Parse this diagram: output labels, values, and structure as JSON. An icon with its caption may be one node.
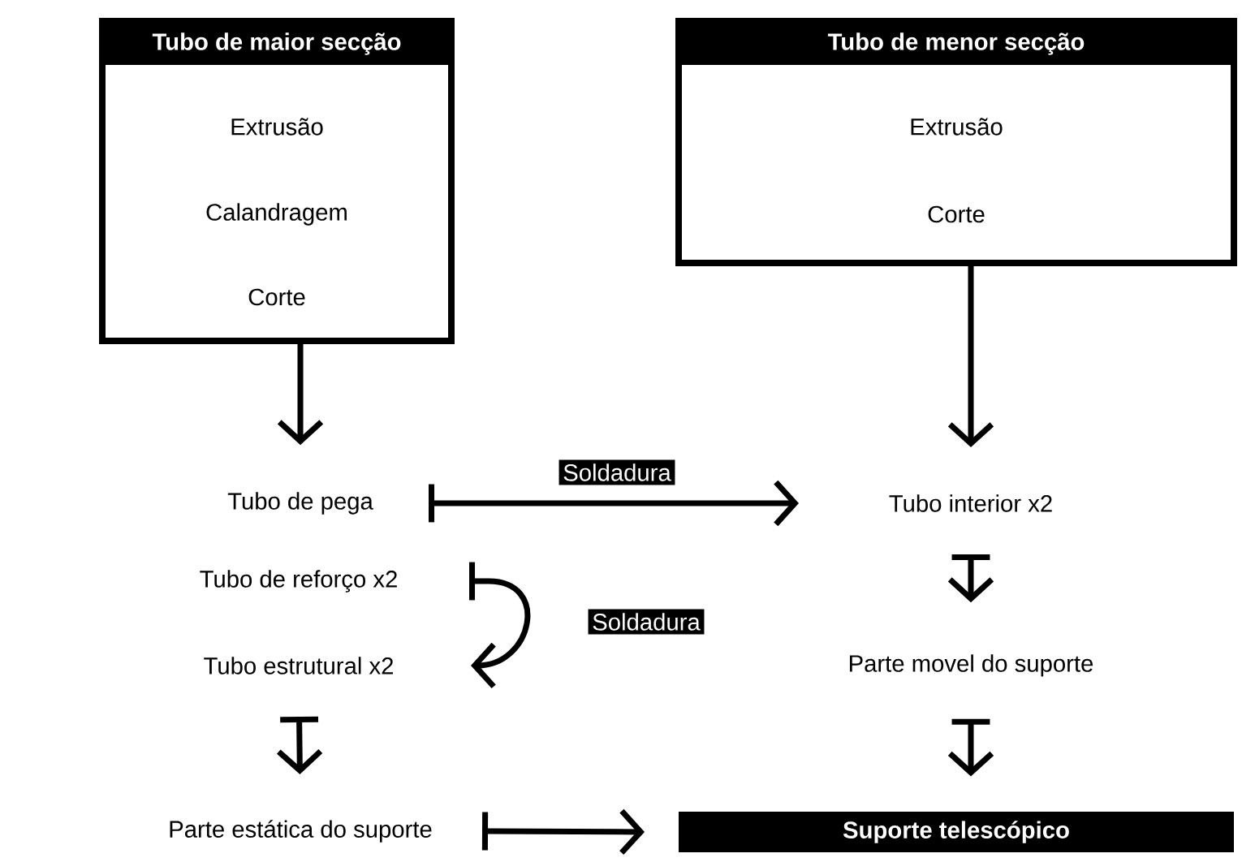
{
  "diagram": {
    "nodes": [
      {
        "text": [
          "Tubo de maior secção",
          "Extrusão",
          "Calandragem",
          "Corte"
        ]
      },
      {
        "text": [
          "Tubo de menor secção",
          "Extrusão",
          "Corte"
        ]
      },
      {
        "text": [
          "Tubo de pega"
        ]
      },
      {
        "text": [
          "Tubo interior x2"
        ]
      },
      {
        "text": [
          "Tubo de reforço x2"
        ]
      },
      {
        "text": [
          "Tubo estrutural x2"
        ]
      },
      {
        "text": [
          "Parte movel do suporte"
        ]
      },
      {
        "text": [
          "Parte estática do suporte"
        ]
      },
      {
        "text": [
          "Suporte telescópico"
        ]
      }
    ],
    "edges": [
      {
        "from": 0,
        "to": 2,
        "arrow": "to"
      },
      {
        "from": 1,
        "to": 3,
        "arrow": "to"
      },
      {
        "from": 2,
        "to": 3,
        "arrow": "to",
        "label": "Soldadura"
      },
      {
        "from": 4,
        "to": 5,
        "arrow": "to",
        "label": "Soldadura"
      },
      {
        "from": 3,
        "to": 6,
        "arrow": "to"
      },
      {
        "from": 5,
        "to": 7,
        "arrow": "to"
      },
      {
        "from": 6,
        "to": 8,
        "arrow": "to"
      },
      {
        "from": 7,
        "to": 8,
        "arrow": "to"
      }
    ]
  }
}
